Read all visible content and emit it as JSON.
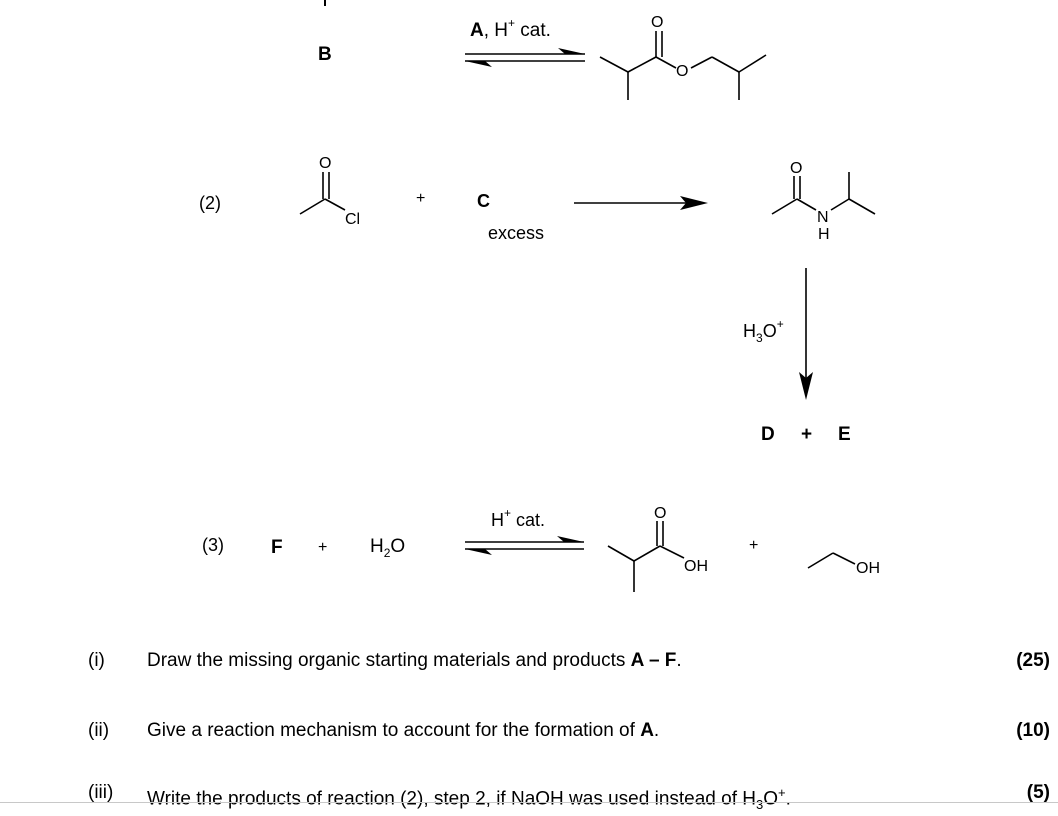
{
  "scheme": {
    "top": {
      "reactant": "B",
      "reagent_bold": "A",
      "reagent_rest": ", H",
      "reagent_sup": "+",
      "reagent_tail": " cat.",
      "atom_o_carbonyl": "O",
      "atom_o_ester": "O"
    },
    "reaction2": {
      "label": "(2)",
      "acyl_o": "O",
      "acyl_cl": "Cl",
      "plus": "+",
      "reactant_c": "C",
      "condition": "excess",
      "amide_o": "O",
      "amide_n": "N",
      "amide_h": "H",
      "step2_reagent": "H",
      "step2_sub": "3",
      "step2_o": "O",
      "step2_sup": "+",
      "product_d": "D",
      "product_plus": "+",
      "product_e": "E"
    },
    "reaction3": {
      "label": "(3)",
      "reactant_f": "F",
      "plus1": "+",
      "water_h": "H",
      "water_sub": "2",
      "water_o": "O",
      "cat_h": "H",
      "cat_sup": "+",
      "cat_tail": " cat.",
      "acid_o": "O",
      "acid_oh": "OH",
      "plus2": "+",
      "ethanol_oh": "OH"
    }
  },
  "questions": [
    {
      "num": "(i)",
      "text": "Draw the missing organic starting materials and products ",
      "bold": "A – F",
      "tail": ".",
      "marks": "(25)"
    },
    {
      "num": "(ii)",
      "text": "Give a reaction mechanism to account for the formation of ",
      "bold": "A",
      "tail": ".",
      "marks": "(10)"
    },
    {
      "num": "(iii)",
      "text": "Write the products of reaction (2), step 2, if NaOH was used instead of H",
      "sub": "3",
      "text2": "O",
      "sup": "+",
      "tail": ".",
      "marks": "(5)"
    }
  ]
}
